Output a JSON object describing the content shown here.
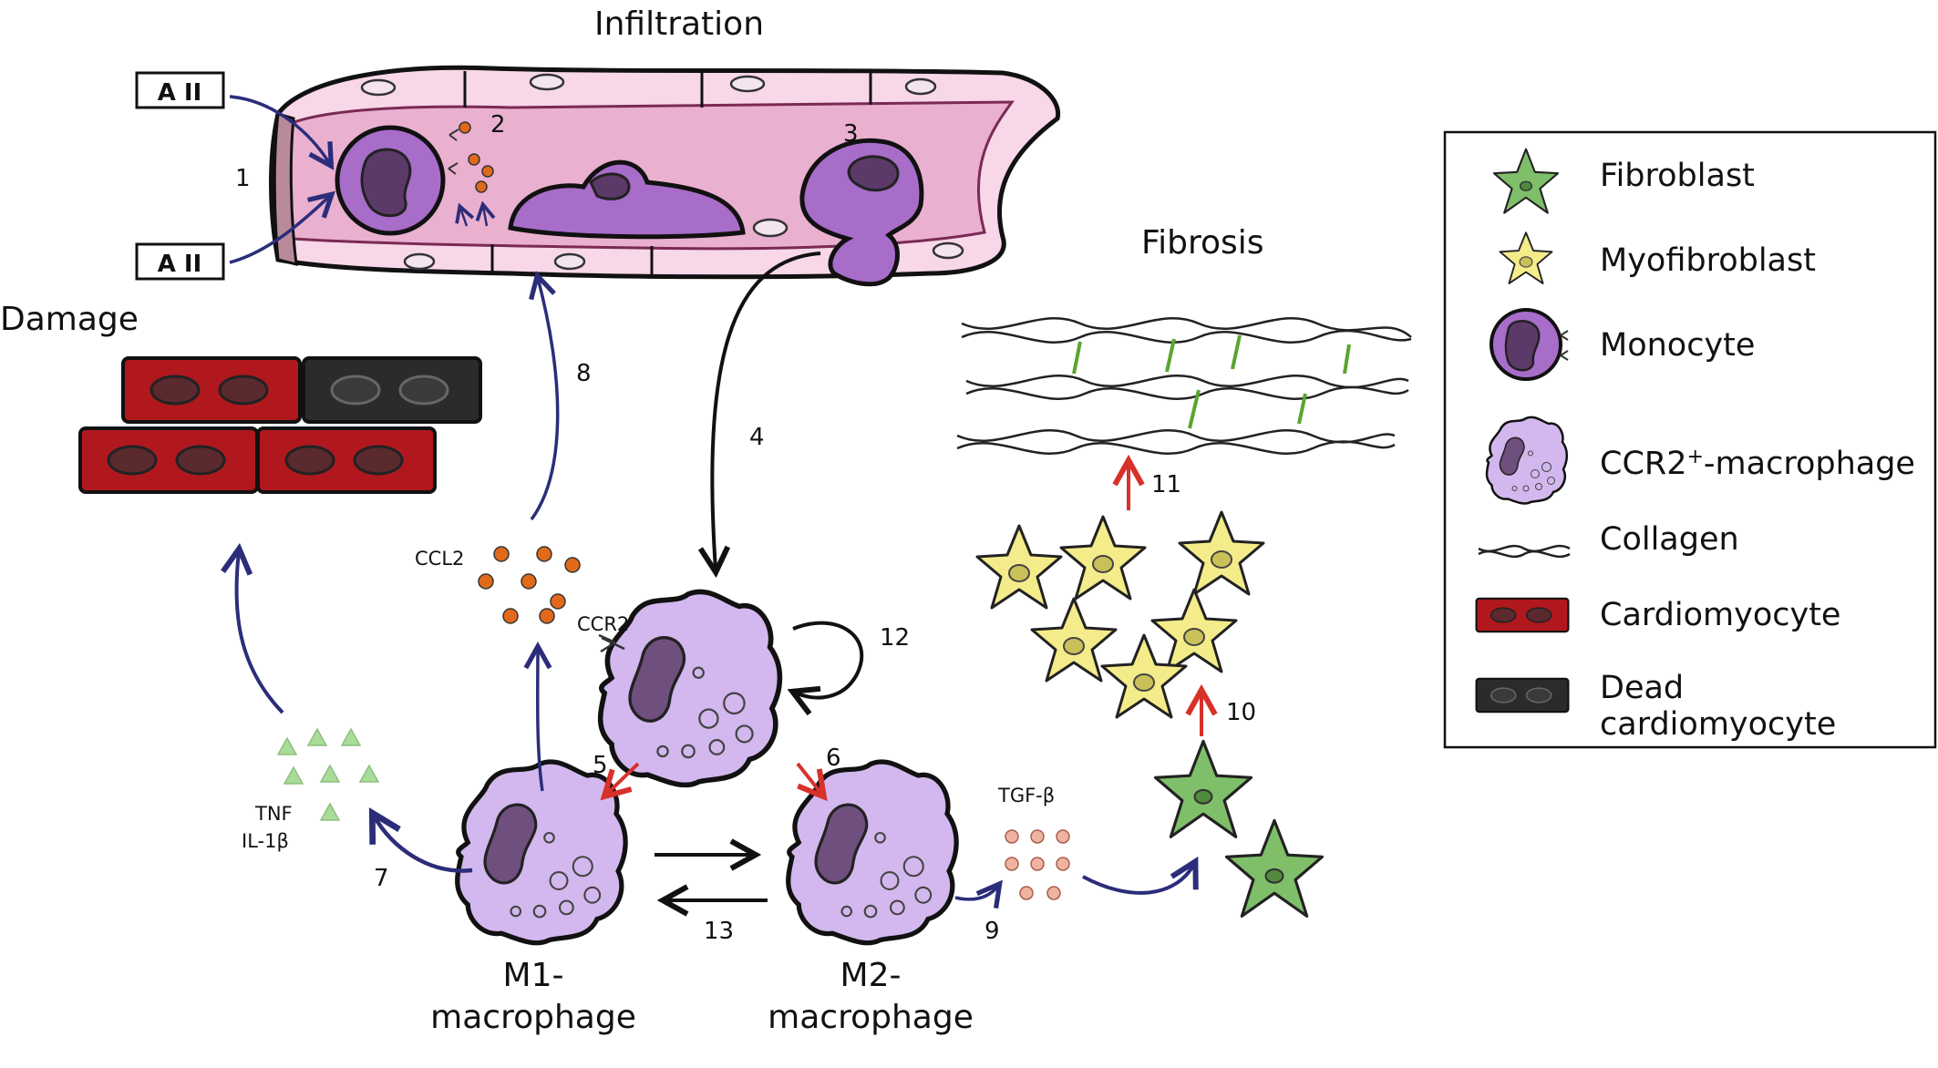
{
  "labels": {
    "infiltration": "Infiltration",
    "damage": "Damage",
    "fibrosis": "Fibrosis",
    "a2_top": "A II",
    "a2_bottom": "A II",
    "ccl2": "CCL2",
    "ccr2": "CCR2",
    "tnf": "TNF",
    "il1b": "IL-1β",
    "tgfb": "TGF-β",
    "m1_line1": "M1-",
    "m1_line2": "macrophage",
    "m2_line1": "M2-",
    "m2_line2": "macrophage"
  },
  "steps": [
    "1",
    "2",
    "3",
    "4",
    "5",
    "6",
    "7",
    "8",
    "9",
    "10",
    "11",
    "12",
    "13"
  ],
  "legend": {
    "items": [
      {
        "label": "Fibroblast"
      },
      {
        "label": "Myofibroblast"
      },
      {
        "label": "Monocyte"
      },
      {
        "label_main": "CCR2",
        "label_sup": "+",
        "label_rest": "-macrophage"
      },
      {
        "label": "Collagen"
      },
      {
        "label": "Cardiomyocyte"
      },
      {
        "label_line1": "Dead",
        "label_line2": "cardiomyocyte"
      }
    ]
  },
  "colors": {
    "navy_arrow": "#2b2d7a",
    "red_arrow": "#d7312a",
    "macrophage": "#d2b8ee",
    "nucleus": "#6e4f7e",
    "monocyte": "#a86cc9",
    "vessel": "#f2c9df",
    "cardiomyocyte": "#b0181e",
    "dead_cell": "#2b2b2b",
    "fibroblast": "#7fbf6a",
    "myofibroblast": "#f4ec8a",
    "ccl2_dot": "#e06a1a",
    "tgfb_dot": "#f0b3a0",
    "tnf_triangle": "#a8dc98",
    "collagen_cross": "#5aa52e"
  }
}
